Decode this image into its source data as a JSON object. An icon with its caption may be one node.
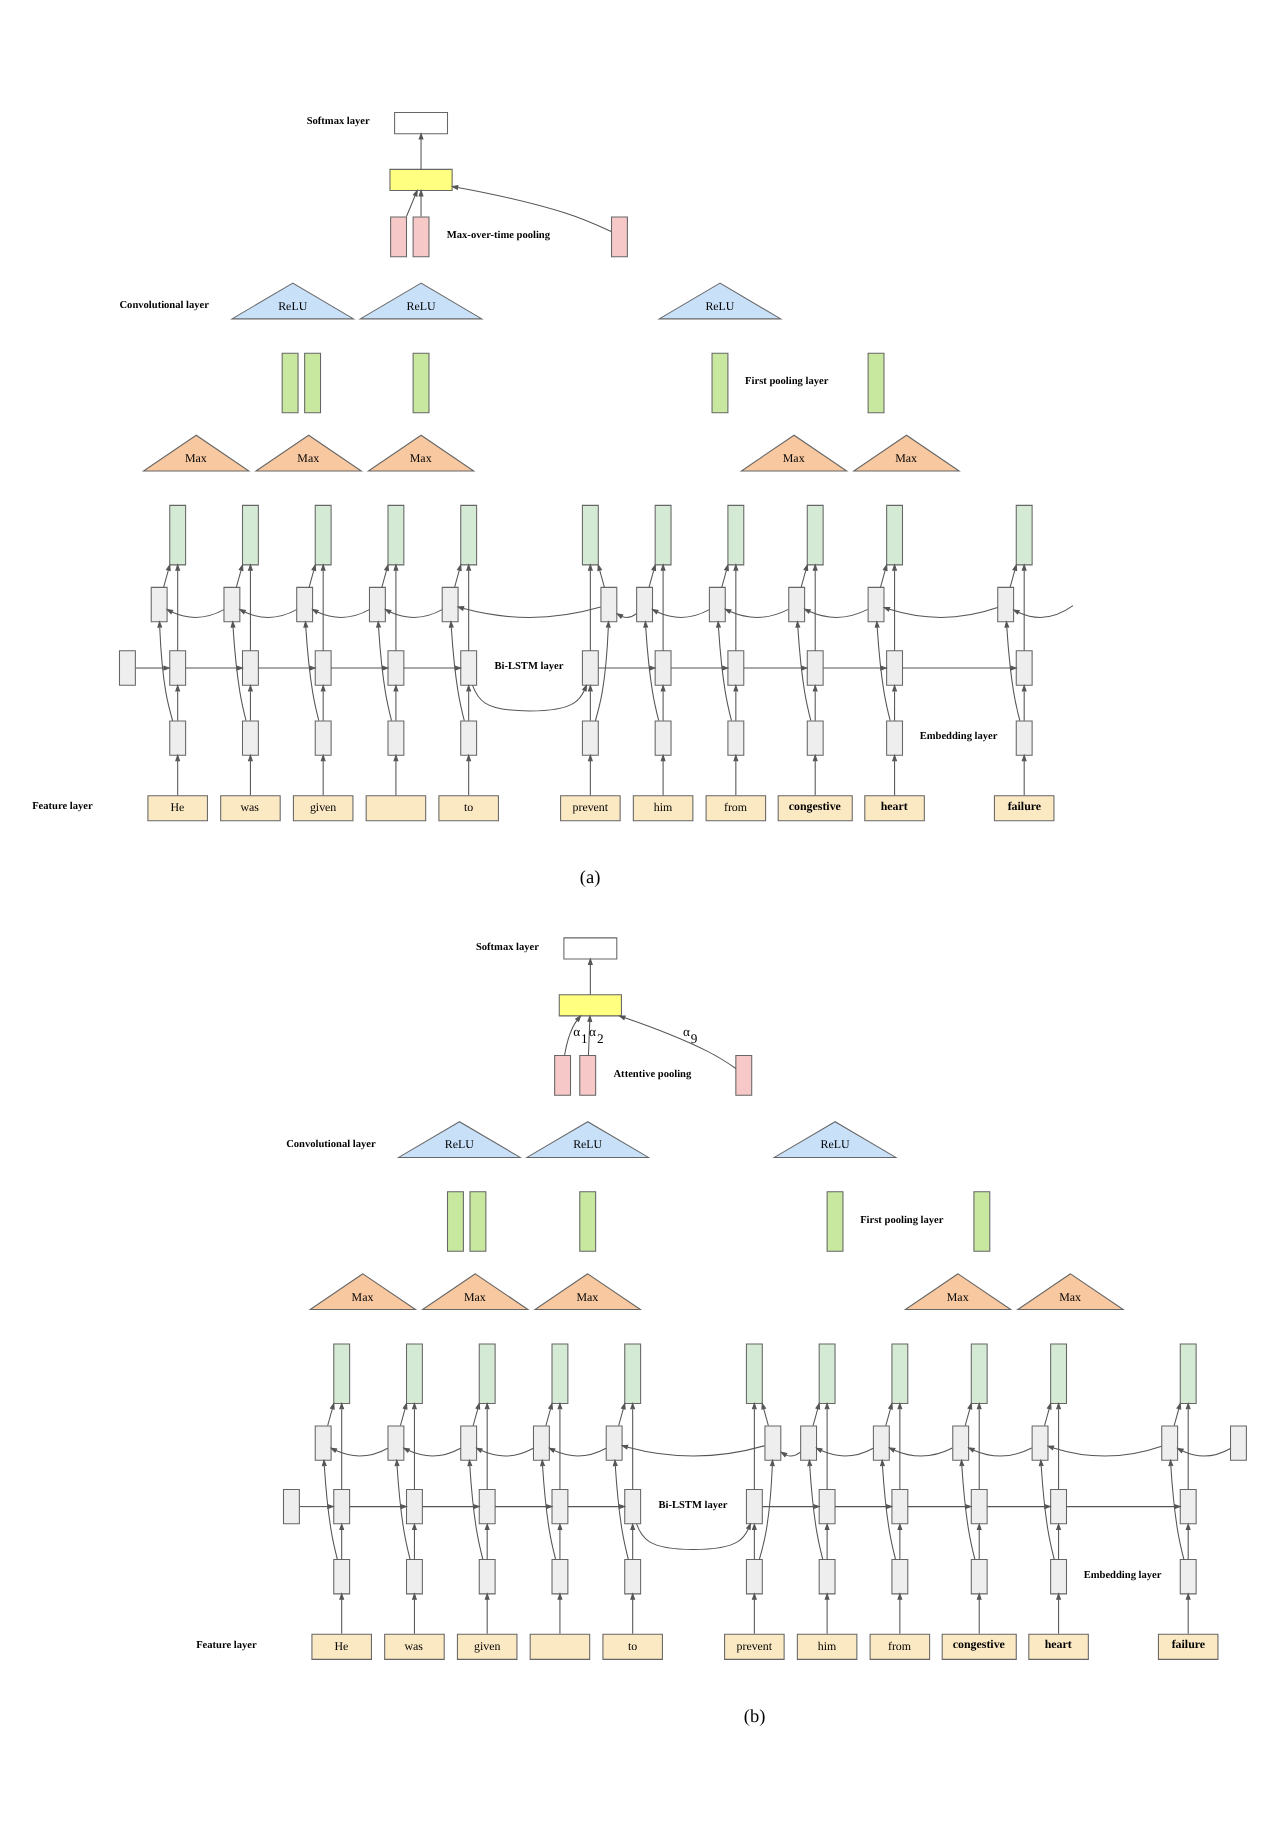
{
  "diagram": {
    "nodes": [
      {
        "text": [],
        "shape": "box"
      },
      {
        "text": [],
        "shape": "box"
      },
      {
        "text": [],
        "shape": "box"
      },
      {
        "text": [],
        "shape": "box"
      },
      {
        "text": [],
        "shape": "box"
      },
      {
        "text": [
          "ReLU"
        ]
      },
      {
        "text": [
          "ReLU"
        ]
      },
      {
        "text": [
          "ReLU"
        ]
      },
      {
        "text": [],
        "shape": "box"
      },
      {
        "text": [],
        "shape": "box"
      },
      {
        "text": [],
        "shape": "box"
      },
      {
        "text": [],
        "shape": "box"
      },
      {
        "text": [],
        "shape": "box"
      },
      {
        "text": [
          "Max"
        ]
      },
      {
        "text": [
          "Max"
        ]
      },
      {
        "text": [
          "Max"
        ]
      },
      {
        "text": [
          "Max"
        ]
      },
      {
        "text": [
          "Max"
        ]
      },
      {
        "text": [],
        "shape": "box"
      },
      {
        "text": [],
        "shape": "box"
      },
      {
        "text": [],
        "shape": "box"
      },
      {
        "text": [],
        "shape": "box"
      },
      {
        "text": [],
        "shape": "box"
      },
      {
        "text": [],
        "shape": "box"
      },
      {
        "text": [],
        "shape": "box"
      },
      {
        "text": [],
        "shape": "box"
      },
      {
        "text": [],
        "shape": "box"
      },
      {
        "text": [],
        "shape": "box"
      },
      {
        "text": [],
        "shape": "box"
      },
      {
        "text": [],
        "shape": "box"
      },
      {
        "text": [],
        "shape": "box"
      },
      {
        "text": [],
        "shape": "box"
      },
      {
        "text": [],
        "shape": "box"
      },
      {
        "text": [],
        "shape": "box"
      },
      {
        "text": [],
        "shape": "box"
      },
      {
        "text": [],
        "shape": "box"
      },
      {
        "text": [],
        "shape": "box"
      },
      {
        "text": [],
        "shape": "box"
      },
      {
        "text": [],
        "shape": "box"
      },
      {
        "text": [],
        "shape": "box"
      },
      {
        "text": [],
        "shape": "box"
      },
      {
        "text": [],
        "shape": "box"
      },
      {
        "text": [],
        "shape": "box"
      },
      {
        "text": [],
        "shape": "box"
      },
      {
        "text": [],
        "shape": "box"
      },
      {
        "text": [],
        "shape": "box"
      },
      {
        "text": [],
        "shape": "box"
      },
      {
        "text": [],
        "shape": "box"
      },
      {
        "text": [],
        "shape": "box"
      },
      {
        "text": [],
        "shape": "box"
      },
      {
        "text": [],
        "shape": "box"
      },
      {
        "text": [],
        "shape": "box"
      },
      {
        "text": [],
        "shape": "box"
      },
      {
        "text": [],
        "shape": "box"
      },
      {
        "text": [],
        "shape": "box"
      },
      {
        "text": [],
        "shape": "box"
      },
      {
        "text": [],
        "shape": "box"
      },
      {
        "text": [],
        "shape": "box"
      },
      {
        "text": [],
        "shape": "box"
      },
      {
        "text": [],
        "shape": "box"
      },
      {
        "text": [],
        "shape": "box"
      },
      {
        "text": [],
        "shape": "box"
      },
      {
        "text": [],
        "shape": "box"
      },
      {
        "text": [
          "He"
        ]
      },
      {
        "text": [
          "was"
        ]
      },
      {
        "text": [
          "given"
        ]
      },
      {
        "text": [],
        "shape": "box"
      },
      {
        "text": [
          "to"
        ]
      },
      {
        "text": [
          "prevent"
        ]
      },
      {
        "text": [
          "him"
        ]
      },
      {
        "text": [
          "from"
        ]
      },
      {
        "text": [
          "congestive"
        ]
      },
      {
        "text": [
          "heart"
        ]
      },
      {
        "text": [
          "failure"
        ]
      },
      {
        "text": [],
        "shape": "box"
      },
      {
        "text": [],
        "shape": "box"
      },
      {
        "text": [],
        "shape": "box"
      },
      {
        "text": [],
        "shape": "box"
      },
      {
        "text": [],
        "shape": "box"
      },
      {
        "text": [
          "ReLU"
        ]
      },
      {
        "text": [
          "ReLU"
        ]
      },
      {
        "text": [
          "ReLU"
        ]
      },
      {
        "text": [],
        "shape": "box"
      },
      {
        "text": [],
        "shape": "box"
      },
      {
        "text": [],
        "shape": "box"
      },
      {
        "text": [],
        "shape": "box"
      },
      {
        "text": [],
        "shape": "box"
      },
      {
        "text": [
          "Max"
        ]
      },
      {
        "text": [
          "Max"
        ]
      },
      {
        "text": [
          "Max"
        ]
      },
      {
        "text": [
          "Max"
        ]
      },
      {
        "text": [
          "Max"
        ]
      },
      {
        "text": [],
        "shape": "box"
      },
      {
        "text": [],
        "shape": "box"
      },
      {
        "text": [],
        "shape": "box"
      },
      {
        "text": [],
        "shape": "box"
      },
      {
        "text": [],
        "shape": "box"
      },
      {
        "text": [],
        "shape": "box"
      },
      {
        "text": [],
        "shape": "box"
      },
      {
        "text": [],
        "shape": "box"
      },
      {
        "text": [],
        "shape": "box"
      },
      {
        "text": [],
        "shape": "box"
      },
      {
        "text": [],
        "shape": "box"
      },
      {
        "text": [],
        "shape": "box"
      },
      {
        "text": [],
        "shape": "box"
      },
      {
        "text": [],
        "shape": "box"
      },
      {
        "text": [],
        "shape": "box"
      },
      {
        "text": [],
        "shape": "box"
      },
      {
        "text": [],
        "shape": "box"
      },
      {
        "text": [],
        "shape": "box"
      },
      {
        "text": [],
        "shape": "box"
      },
      {
        "text": [],
        "shape": "box"
      },
      {
        "text": [],
        "shape": "box"
      },
      {
        "text": [],
        "shape": "box"
      },
      {
        "text": [],
        "shape": "box"
      },
      {
        "text": [],
        "shape": "box"
      },
      {
        "text": [],
        "shape": "box"
      },
      {
        "text": [],
        "shape": "box"
      },
      {
        "text": [],
        "shape": "box"
      },
      {
        "text": [],
        "shape": "box"
      },
      {
        "text": [],
        "shape": "box"
      },
      {
        "text": [],
        "shape": "box"
      },
      {
        "text": [],
        "shape": "box"
      },
      {
        "text": [],
        "shape": "box"
      },
      {
        "text": [],
        "shape": "box"
      },
      {
        "text": [],
        "shape": "box"
      },
      {
        "text": [],
        "shape": "box"
      },
      {
        "text": [],
        "shape": "box"
      },
      {
        "text": [],
        "shape": "box"
      },
      {
        "text": [],
        "shape": "box"
      },
      {
        "text": [],
        "shape": "box"
      },
      {
        "text": [],
        "shape": "box"
      },
      {
        "text": [],
        "shape": "box"
      },
      {
        "text": [],
        "shape": "box"
      },
      {
        "text": [],
        "shape": "box"
      },
      {
        "text": [],
        "shape": "box"
      },
      {
        "text": [],
        "shape": "box"
      },
      {
        "text": [],
        "shape": "box"
      },
      {
        "text": [
          "He"
        ]
      },
      {
        "text": [
          "was"
        ]
      },
      {
        "text": [
          "given"
        ]
      },
      {
        "text": [],
        "shape": "box"
      },
      {
        "text": [
          "to"
        ]
      },
      {
        "text": [
          "prevent"
        ]
      },
      {
        "text": [
          "him"
        ]
      },
      {
        "text": [
          "from"
        ]
      },
      {
        "text": [
          "congestive"
        ]
      },
      {
        "text": [
          "heart"
        ]
      },
      {
        "text": [
          "failure"
        ]
      }
    ],
    "edges": [
      {
        "from": 63,
        "to": 52,
        "arrow": "to"
      },
      {
        "from": 64,
        "to": 53,
        "arrow": "to"
      },
      {
        "from": 65,
        "to": 54,
        "arrow": "to"
      },
      {
        "from": 66,
        "to": 55,
        "arrow": "to"
      },
      {
        "from": 67,
        "to": 56,
        "arrow": "to"
      },
      {
        "from": 68,
        "to": 57,
        "arrow": "to"
      },
      {
        "from": 69,
        "to": 58,
        "arrow": "to"
      },
      {
        "from": 70,
        "to": 59,
        "arrow": "to"
      },
      {
        "from": 71,
        "to": 60,
        "arrow": "to"
      },
      {
        "from": 72,
        "to": 61,
        "arrow": "to"
      },
      {
        "from": 73,
        "to": 62,
        "arrow": "to"
      },
      {
        "from": 52,
        "to": 41,
        "arrow": "to"
      },
      {
        "from": 53,
        "to": 42,
        "arrow": "to"
      },
      {
        "from": 54,
        "to": 43,
        "arrow": "to"
      },
      {
        "from": 55,
        "to": 44,
        "arrow": "to"
      },
      {
        "from": 56,
        "to": 45,
        "arrow": "to"
      },
      {
        "from": 57,
        "to": 46,
        "arrow": "to"
      },
      {
        "from": 58,
        "to": 47,
        "arrow": "to"
      },
      {
        "from": 59,
        "to": 48,
        "arrow": "to"
      },
      {
        "from": 60,
        "to": 49,
        "arrow": "to"
      },
      {
        "from": 61,
        "to": 50,
        "arrow": "to"
      },
      {
        "from": 62,
        "to": 51,
        "arrow": "to"
      },
      {
        "from": 52,
        "to": 29,
        "arrow": "to"
      },
      {
        "from": 53,
        "to": 30,
        "arrow": "to"
      },
      {
        "from": 54,
        "to": 31,
        "arrow": "to"
      },
      {
        "from": 55,
        "to": 32,
        "arrow": "to"
      },
      {
        "from": 56,
        "to": 33,
        "arrow": "to"
      },
      {
        "from": 57,
        "to": 34,
        "arrow": "to"
      },
      {
        "from": 58,
        "to": 35,
        "arrow": "to"
      },
      {
        "from": 59,
        "to": 36,
        "arrow": "to"
      },
      {
        "from": 60,
        "to": 37,
        "arrow": "to"
      },
      {
        "from": 61,
        "to": 38,
        "arrow": "to"
      },
      {
        "from": 62,
        "to": 39,
        "arrow": "to"
      },
      {
        "from": 40,
        "to": 41,
        "arrow": "to"
      },
      {
        "from": 41,
        "to": 42,
        "arrow": "to"
      },
      {
        "from": 42,
        "to": 43,
        "arrow": "to"
      },
      {
        "from": 43,
        "to": 44,
        "arrow": "to"
      },
      {
        "from": 44,
        "to": 45,
        "arrow": "to"
      },
      {
        "from": 45,
        "to": 46,
        "arrow": "to"
      },
      {
        "from": 46,
        "to": 47,
        "arrow": "to"
      },
      {
        "from": 47,
        "to": 48,
        "arrow": "to"
      },
      {
        "from": 48,
        "to": 49,
        "arrow": "to"
      },
      {
        "from": 49,
        "to": 50,
        "arrow": "to"
      },
      {
        "from": 50,
        "to": 51,
        "arrow": "to"
      },
      {
        "from": null,
        "to": 39,
        "arrow": "to"
      },
      {
        "from": 39,
        "to": 38,
        "arrow": "to"
      },
      {
        "from": 38,
        "to": 37,
        "arrow": "to"
      },
      {
        "from": 37,
        "to": 36,
        "arrow": "to"
      },
      {
        "from": 36,
        "to": 35,
        "arrow": "to"
      },
      {
        "from": 35,
        "to": 34,
        "arrow": "to"
      },
      {
        "from": 34,
        "to": 33,
        "arrow": "to"
      },
      {
        "from": 33,
        "to": 32,
        "arrow": "to"
      },
      {
        "from": 32,
        "to": 31,
        "arrow": "to"
      },
      {
        "from": 31,
        "to": 30,
        "arrow": "to"
      },
      {
        "from": 30,
        "to": 29,
        "arrow": "to"
      },
      {
        "from": 41,
        "to": 18,
        "arrow": "to"
      },
      {
        "from": 42,
        "to": 19,
        "arrow": "to"
      },
      {
        "from": 43,
        "to": 20,
        "arrow": "to"
      },
      {
        "from": 44,
        "to": 21,
        "arrow": "to"
      },
      {
        "from": 45,
        "to": 22,
        "arrow": "to"
      },
      {
        "from": 46,
        "to": 23,
        "arrow": "to"
      },
      {
        "from": 47,
        "to": 24,
        "arrow": "to"
      },
      {
        "from": 48,
        "to": 25,
        "arrow": "to"
      },
      {
        "from": 49,
        "to": 26,
        "arrow": "to"
      },
      {
        "from": 50,
        "to": 27,
        "arrow": "to"
      },
      {
        "from": 51,
        "to": 28,
        "arrow": "to"
      },
      {
        "from": 29,
        "to": 18,
        "arrow": "to"
      },
      {
        "from": 30,
        "to": 19,
        "arrow": "to"
      },
      {
        "from": 31,
        "to": 20,
        "arrow": "to"
      },
      {
        "from": 32,
        "to": 21,
        "arrow": "to"
      },
      {
        "from": 33,
        "to": 22,
        "arrow": "to"
      },
      {
        "from": 34,
        "to": 23,
        "arrow": "to"
      },
      {
        "from": 35,
        "to": 24,
        "arrow": "to"
      },
      {
        "from": 36,
        "to": 25,
        "arrow": "to"
      },
      {
        "from": 37,
        "to": 26,
        "arrow": "to"
      },
      {
        "from": 38,
        "to": 27,
        "arrow": "to"
      },
      {
        "from": 39,
        "to": 28,
        "arrow": "to"
      },
      {
        "from": 2,
        "to": 1,
        "arrow": "to"
      },
      {
        "from": 3,
        "to": 1,
        "arrow": "to"
      },
      {
        "from": 4,
        "to": 1,
        "arrow": "to"
      },
      {
        "from": 1,
        "to": 0,
        "arrow": "to"
      },
      {
        "from": 138,
        "to": 127,
        "arrow": "to"
      },
      {
        "from": 139,
        "to": 128,
        "arrow": "to"
      },
      {
        "from": 140,
        "to": 129,
        "arrow": "to"
      },
      {
        "from": 141,
        "to": 130,
        "arrow": "to"
      },
      {
        "from": 142,
        "to": 131,
        "arrow": "to"
      },
      {
        "from": 143,
        "to": 132,
        "arrow": "to"
      },
      {
        "from": 144,
        "to": 133,
        "arrow": "to"
      },
      {
        "from": 145,
        "to": 134,
        "arrow": "to"
      },
      {
        "from": 146,
        "to": 135,
        "arrow": "to"
      },
      {
        "from": 147,
        "to": 136,
        "arrow": "to"
      },
      {
        "from": 148,
        "to": 137,
        "arrow": "to"
      },
      {
        "from": 127,
        "to": 116,
        "arrow": "to"
      },
      {
        "from": 128,
        "to": 117,
        "arrow": "to"
      },
      {
        "from": 129,
        "to": 118,
        "arrow": "to"
      },
      {
        "from": 130,
        "to": 119,
        "arrow": "to"
      },
      {
        "from": 131,
        "to": 120,
        "arrow": "to"
      },
      {
        "from": 132,
        "to": 121,
        "arrow": "to"
      },
      {
        "from": 133,
        "to": 122,
        "arrow": "to"
      },
      {
        "from": 134,
        "to": 123,
        "arrow": "to"
      },
      {
        "from": 135,
        "to": 124,
        "arrow": "to"
      },
      {
        "from": 136,
        "to": 125,
        "arrow": "to"
      },
      {
        "from": 137,
        "to": 126,
        "arrow": "to"
      },
      {
        "from": 127,
        "to": 103,
        "arrow": "to"
      },
      {
        "from": 128,
        "to": 104,
        "arrow": "to"
      },
      {
        "from": 129,
        "to": 105,
        "arrow": "to"
      },
      {
        "from": 130,
        "to": 106,
        "arrow": "to"
      },
      {
        "from": 131,
        "to": 107,
        "arrow": "to"
      },
      {
        "from": 132,
        "to": 108,
        "arrow": "to"
      },
      {
        "from": 133,
        "to": 109,
        "arrow": "to"
      },
      {
        "from": 134,
        "to": 110,
        "arrow": "to"
      },
      {
        "from": 135,
        "to": 111,
        "arrow": "to"
      },
      {
        "from": 136,
        "to": 112,
        "arrow": "to"
      },
      {
        "from": 137,
        "to": 113,
        "arrow": "to"
      },
      {
        "from": 115,
        "to": 116,
        "arrow": "to"
      },
      {
        "from": 116,
        "to": 117,
        "arrow": "to"
      },
      {
        "from": 117,
        "to": 118,
        "arrow": "to"
      },
      {
        "from": 118,
        "to": 119,
        "arrow": "to"
      },
      {
        "from": 119,
        "to": 120,
        "arrow": "to"
      },
      {
        "from": 120,
        "to": 121,
        "arrow": "to"
      },
      {
        "from": 121,
        "to": 122,
        "arrow": "to"
      },
      {
        "from": 122,
        "to": 123,
        "arrow": "to"
      },
      {
        "from": 123,
        "to": 124,
        "arrow": "to"
      },
      {
        "from": 124,
        "to": 125,
        "arrow": "to"
      },
      {
        "from": 125,
        "to": 126,
        "arrow": "to"
      },
      {
        "from": 114,
        "to": 113,
        "arrow": "to"
      },
      {
        "from": 113,
        "to": 112,
        "arrow": "to"
      },
      {
        "from": 112,
        "to": 111,
        "arrow": "to"
      },
      {
        "from": 111,
        "to": 110,
        "arrow": "to"
      },
      {
        "from": 110,
        "to": 109,
        "arrow": "to"
      },
      {
        "from": 109,
        "to": 108,
        "arrow": "to"
      },
      {
        "from": 108,
        "to": 107,
        "arrow": "to"
      },
      {
        "from": 107,
        "to": 106,
        "arrow": "to"
      },
      {
        "from": 106,
        "to": 105,
        "arrow": "to"
      },
      {
        "from": 105,
        "to": 104,
        "arrow": "to"
      },
      {
        "from": 104,
        "to": 103,
        "arrow": "to"
      },
      {
        "from": 116,
        "to": 92,
        "arrow": "to"
      },
      {
        "from": 117,
        "to": 93,
        "arrow": "to"
      },
      {
        "from": 118,
        "to": 94,
        "arrow": "to"
      },
      {
        "from": 119,
        "to": 95,
        "arrow": "to"
      },
      {
        "from": 120,
        "to": 96,
        "arrow": "to"
      },
      {
        "from": 121,
        "to": 97,
        "arrow": "to"
      },
      {
        "from": 122,
        "to": 98,
        "arrow": "to"
      },
      {
        "from": 123,
        "to": 99,
        "arrow": "to"
      },
      {
        "from": 124,
        "to": 100,
        "arrow": "to"
      },
      {
        "from": 125,
        "to": 101,
        "arrow": "to"
      },
      {
        "from": 126,
        "to": 102,
        "arrow": "to"
      },
      {
        "from": 103,
        "to": 92,
        "arrow": "to"
      },
      {
        "from": 104,
        "to": 93,
        "arrow": "to"
      },
      {
        "from": 105,
        "to": 94,
        "arrow": "to"
      },
      {
        "from": 106,
        "to": 95,
        "arrow": "to"
      },
      {
        "from": 107,
        "to": 96,
        "arrow": "to"
      },
      {
        "from": 108,
        "to": 97,
        "arrow": "to"
      },
      {
        "from": 109,
        "to": 98,
        "arrow": "to"
      },
      {
        "from": 110,
        "to": 99,
        "arrow": "to"
      },
      {
        "from": 111,
        "to": 100,
        "arrow": "to"
      },
      {
        "from": 112,
        "to": 101,
        "arrow": "to"
      },
      {
        "from": 113,
        "to": 102,
        "arrow": "to"
      },
      {
        "from": 76,
        "to": 75,
        "arrow": "to",
        "label": "α$_{1}$"
      },
      {
        "from": 77,
        "to": 75,
        "arrow": "to",
        "label": "α$_{2}$"
      },
      {
        "from": 78,
        "to": 75,
        "arrow": "to",
        "label": "α$_{9}$"
      },
      {
        "from": 75,
        "to": 74,
        "arrow": "to"
      }
    ],
    "labels": [
      "Softmax layer",
      "Max-over-time pooling",
      "Convolutional layer",
      "First pooling layer",
      "Bi-LSTM layer",
      "Embedding layer",
      "Feature layer",
      "(a)",
      "Softmax layer",
      "Attentive pooling",
      "Convolutional layer",
      "First pooling layer",
      "Bi-LSTM layer",
      "Embedding layer",
      "Feature layer",
      "(b)"
    ]
  }
}
